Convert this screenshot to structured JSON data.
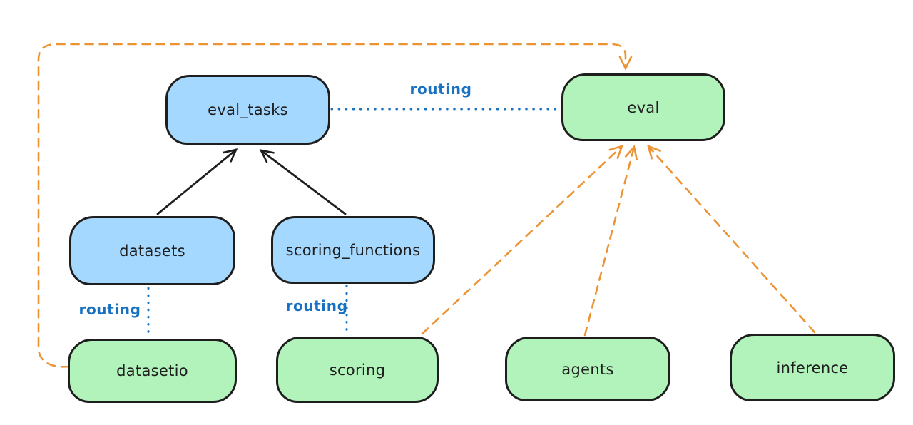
{
  "diagram": {
    "background": "#ffffff",
    "colors": {
      "resource_fill": "#a5d8ff",
      "api_fill": "#b2f2bb",
      "node_stroke": "#1e1e1e",
      "routing": "#1971c2",
      "provider_edge": "#ec9434"
    },
    "nodes": {
      "eval_tasks": {
        "label": "eval_tasks",
        "kind": "resource"
      },
      "datasets": {
        "label": "datasets",
        "kind": "resource"
      },
      "scoring_functions": {
        "label": "scoring_functions",
        "kind": "resource"
      },
      "eval": {
        "label": "eval",
        "kind": "api"
      },
      "datasetio": {
        "label": "datasetio",
        "kind": "api"
      },
      "scoring": {
        "label": "scoring",
        "kind": "api"
      },
      "agents": {
        "label": "agents",
        "kind": "api"
      },
      "inference": {
        "label": "inference",
        "kind": "api"
      }
    },
    "edges": [
      {
        "from": "datasets",
        "to": "eval_tasks",
        "style": "solid-black-arrow"
      },
      {
        "from": "scoring_functions",
        "to": "eval_tasks",
        "style": "solid-black-arrow"
      },
      {
        "from": "eval_tasks",
        "to": "eval",
        "style": "dotted-blue",
        "label": "routing"
      },
      {
        "from": "datasets",
        "to": "datasetio",
        "style": "dotted-blue",
        "label": "routing"
      },
      {
        "from": "scoring_functions",
        "to": "scoring",
        "style": "dotted-blue",
        "label": "routing"
      },
      {
        "from": "datasetio",
        "to": "eval",
        "style": "dashed-orange-arrow"
      },
      {
        "from": "scoring",
        "to": "eval",
        "style": "dashed-orange-arrow"
      },
      {
        "from": "agents",
        "to": "eval",
        "style": "dashed-orange-arrow"
      },
      {
        "from": "inference",
        "to": "eval",
        "style": "dashed-orange-arrow"
      }
    ],
    "edge_labels": {
      "eval_tasks_eval": "routing",
      "datasets_datasetio": "routing",
      "scoring_functions_scoring": "routing"
    }
  }
}
